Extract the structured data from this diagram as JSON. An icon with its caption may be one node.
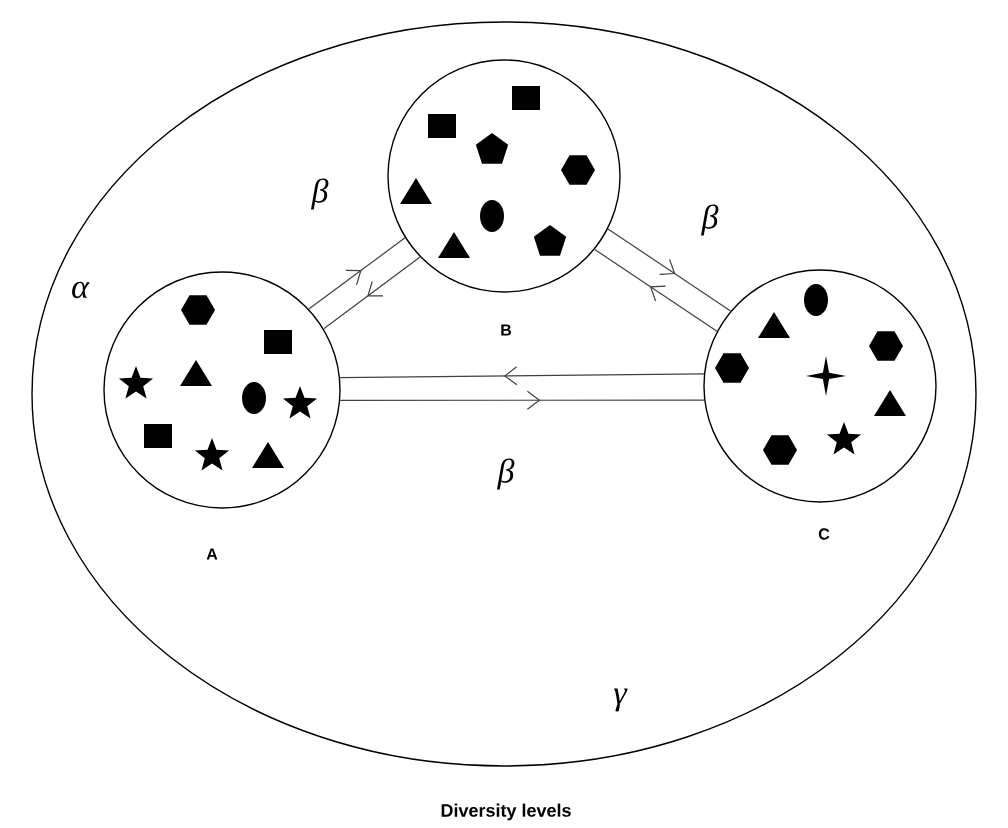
{
  "diagram": {
    "caption": "Diversity levels",
    "nodes": [
      {
        "text": [
          "α",
          "γ"
        ]
      },
      {
        "text": [],
        "shape": "circle",
        "beside": [
          "A"
        ],
        "in": 0
      },
      {
        "text": [],
        "shape": "circle",
        "beside": [
          "B"
        ],
        "in": 0
      },
      {
        "text": [],
        "shape": "circle",
        "beside": [
          "C"
        ],
        "in": 0
      }
    ],
    "edges": [
      {
        "from": 1,
        "to": 2,
        "arrow": "to",
        "label": "β"
      },
      {
        "from": 2,
        "to": 1,
        "arrow": "to"
      },
      {
        "from": 2,
        "to": 3,
        "arrow": "to",
        "label": "β"
      },
      {
        "from": 3,
        "to": 2,
        "arrow": "to"
      },
      {
        "from": 3,
        "to": 1,
        "arrow": "to"
      },
      {
        "from": 1,
        "to": 3,
        "arrow": "to",
        "label": "β"
      }
    ]
  }
}
